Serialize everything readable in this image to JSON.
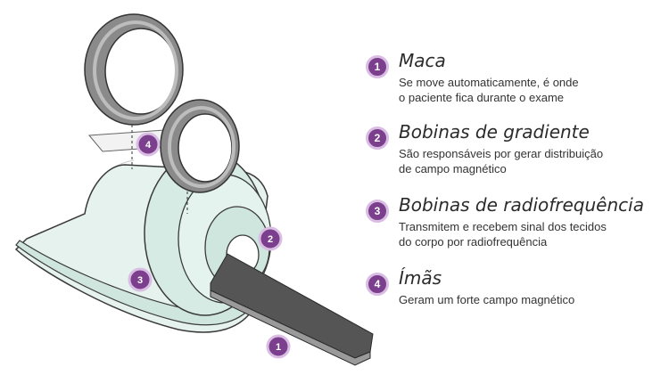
{
  "legend": [
    {
      "number": "1",
      "title": "Maca",
      "lines": [
        "Se move automaticamente, é onde",
        "o paciente fica durante o exame"
      ]
    },
    {
      "number": "2",
      "title": "Bobinas de gradiente",
      "lines": [
        "São responsáveis por gerar distribuição",
        "de campo magnético"
      ]
    },
    {
      "number": "3",
      "title": "Bobinas de radiofrequência",
      "lines": [
        "Transmitem e recebem sinal dos tecidos",
        "do corpo por radiofrequência"
      ]
    },
    {
      "number": "4",
      "title": "Ímãs",
      "lines": [
        "Geram um forte campo magnético"
      ]
    }
  ],
  "diagram_badges": {
    "table": "1",
    "gradient": "2",
    "rf": "3",
    "magnet": "4"
  },
  "colors": {
    "accent": "#7b3f8e",
    "accent_ring": "#d9bde3",
    "ring_gray": "#8a8a8a",
    "mint": "#d5ebe3",
    "table_dark": "#555555"
  }
}
